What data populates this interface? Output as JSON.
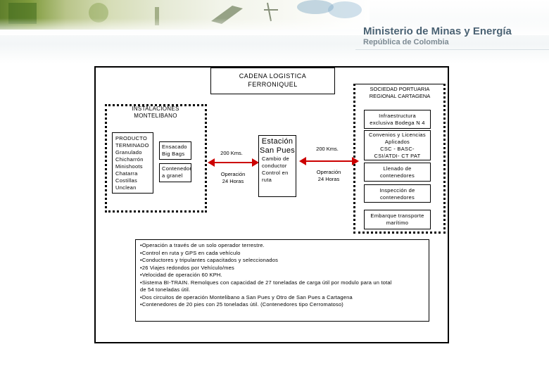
{
  "header": {
    "ministry": "Ministerio de Minas y Energía",
    "country": "República de Colombia"
  },
  "diagram": {
    "title_line1": "CADENA LOGISTICA",
    "title_line2": "FERRONIQUEL",
    "port": {
      "title_line1": "SOCIEDAD PORTUARIA",
      "title_line2": "REGIONAL CARTAGENA",
      "items": [
        [
          "Infraestructura",
          "exclusiva Bodega N 4"
        ],
        [
          "Convenios y Licencias",
          "Aplicados",
          "CSC - BASC-",
          "CSI/ATDI- CT PAT"
        ],
        [
          "Llenado de",
          "contenedores"
        ],
        [
          "Inspección de",
          "contenedores"
        ],
        [
          "Embarque transporte",
          "marítimo"
        ]
      ]
    },
    "installations": {
      "title_line1": "INSTALACIONES",
      "title_line2": "MONTELIBANO",
      "products": [
        "PRODUCTO",
        "TERMINADO",
        "Granulado",
        "Chicharrón",
        "Minishoots",
        "Chatarra",
        "Costillas",
        "Unclean"
      ],
      "packing1": [
        "Ensacado",
        "Big Bags"
      ],
      "packing2": [
        "Contenedor",
        "a granel"
      ]
    },
    "leg1": {
      "distance": "200 Kms.",
      "op_line1": "Operación",
      "op_line2": "24 Horas"
    },
    "leg2": {
      "distance": "200 Kms.",
      "op_line1": "Operación",
      "op_line2": "24 Horas"
    },
    "station": {
      "name_line1": "Estación",
      "name_line2": "San Pues",
      "note": [
        "Cambio de",
        "conductor",
        "Control en",
        "ruta"
      ]
    },
    "notes": [
      "•Operación a través de un solo operador terrestre.",
      "•Control en ruta y GPS en cada vehículo",
      "•Conductores y tripulantes capacitados y seleccionados",
      "•26 Viajes redondos por Vehículo/mes",
      "•Velocidad de operación 60 KPH.",
      "•Sistema BI-TRAIN. Remolques con capacidad de 27 toneladas de carga útil por modulo para un total",
      "de 54 toneladas útil.",
      "•Dos circuitos de operación Montelibano a San Pues y Otro de San Pues a Cartagena",
      "•Contenedores de 20 pies con 25 toneladas útil. (Contenedores tipo Cerromatoso)"
    ]
  },
  "colors": {
    "banner_title": "#4a6273",
    "banner_sub": "#7c8a93",
    "arrow": "#cc0000"
  }
}
